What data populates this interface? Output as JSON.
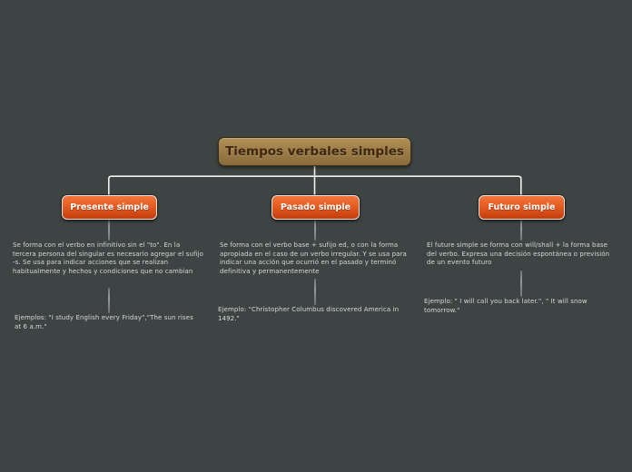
{
  "map_title": "Tiempos verbales simples",
  "root": {
    "label": "Tiempos verbales simples"
  },
  "branches": [
    {
      "label": "Presente simple",
      "description": "Se forma con el verbo en infinitivo sin el \"to\". En la tercera persona del singular es necesario agregar el sufijo -s. Se usa para indicar acciones que se realizan habitualmente y hechos y condiciones que no cambian",
      "example": "Ejemplos: \"I study English every Friday\",\"The sun rises at 6 a.m.\""
    },
    {
      "label": "Pasado simple",
      "description": "Se forma con el verbo base + sufijo ed, o con la forma apropiada en el caso de un verbo irregular. Y se usa para indicar una acción que ocurrió en el pasado y terminó definitiva y permanentemente",
      "example": "Ejemplo: \"Christopher Columbus discovered America in 1492.\""
    },
    {
      "label": "Futuro simple",
      "description": "El future simple se forma con will/shall + la forma base del verbo. Expresa una decisión espontánea o previsión de un evento futuro",
      "example": "Ejemplo: \" I will call you back later.\", \" It will snow tomorrow.\""
    }
  ],
  "colors": {
    "background": "#3e4443",
    "root_fill_top": "#b29057",
    "root_fill_bottom": "#8a6c3c",
    "root_text": "#40270e",
    "branch_fill_top": "#f3763d",
    "branch_fill_bottom": "#c33d0e",
    "branch_text": "#ffffff",
    "note_text": "#d6d8d7",
    "connector_main": "#f0f0ee",
    "connector_faint": "#828989"
  }
}
